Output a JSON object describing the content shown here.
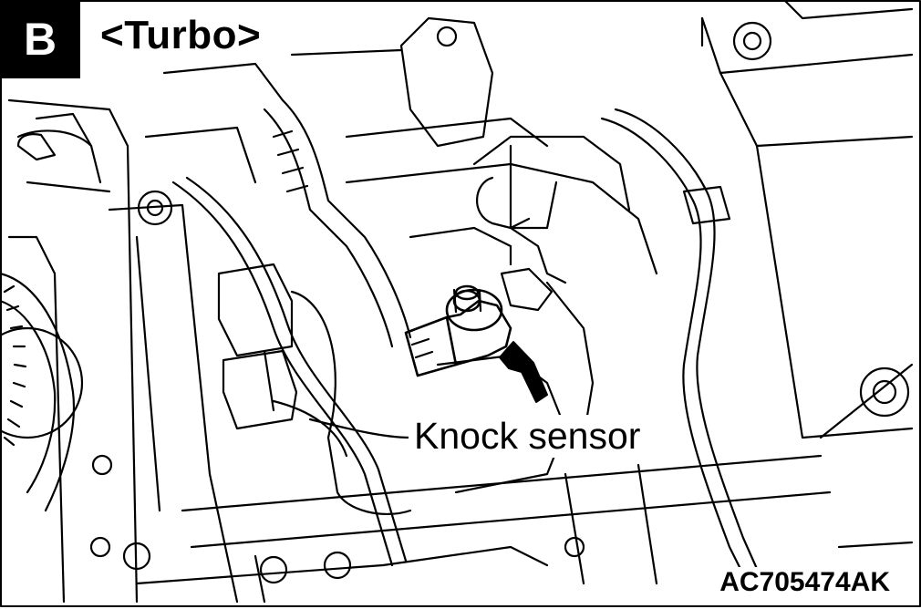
{
  "badge": "B",
  "title": "<Turbo>",
  "callout": "Knock sensor",
  "figure_code": "AC705474AK",
  "colors": {
    "line": "#000000",
    "background": "#ffffff"
  }
}
